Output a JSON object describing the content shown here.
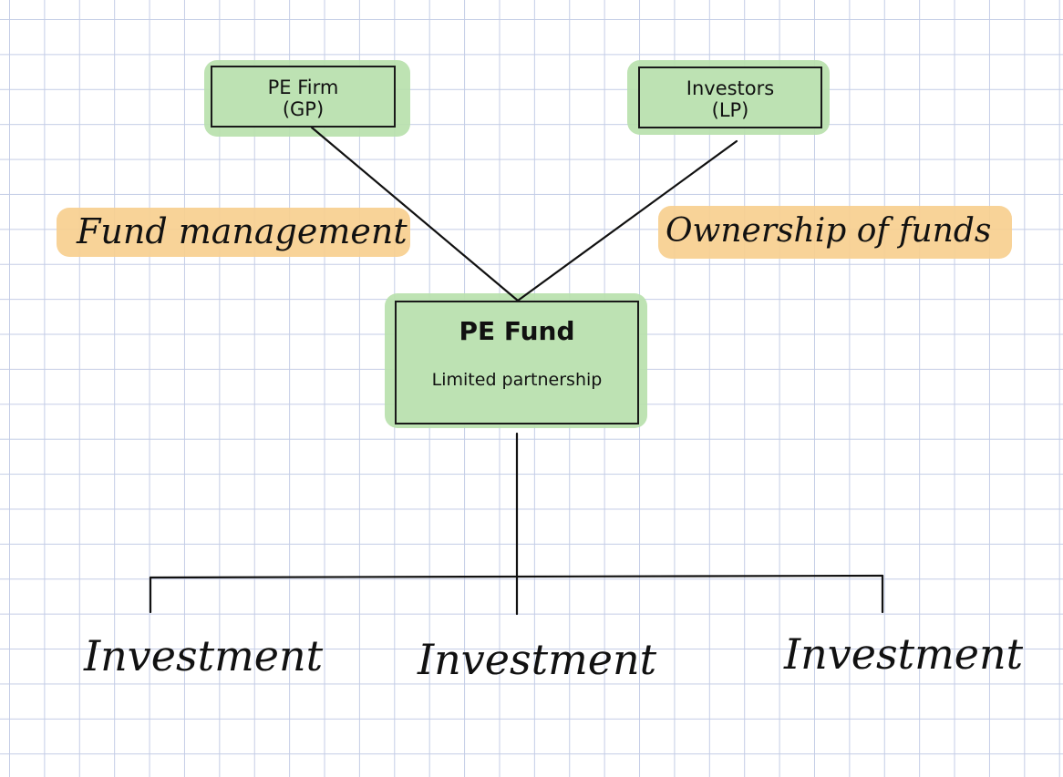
{
  "colors": {
    "box_fill": "#bde2b3",
    "green_highlight": "#b9e1ad",
    "orange_highlight": "#f7cf8f",
    "grid": "#c4cde6",
    "ink": "#111111"
  },
  "nodes": {
    "gp": {
      "line1": "PE Firm",
      "line2": "(GP)"
    },
    "lp": {
      "line1": "Investors",
      "line2": "(LP)"
    },
    "fund": {
      "line1": "PE Fund",
      "line2": "Limited partnership"
    }
  },
  "edge_labels": {
    "gp_to_fund": "Fund management",
    "lp_to_fund": "Ownership of funds"
  },
  "investments": [
    "Investment",
    "Investment",
    "Investment"
  ]
}
